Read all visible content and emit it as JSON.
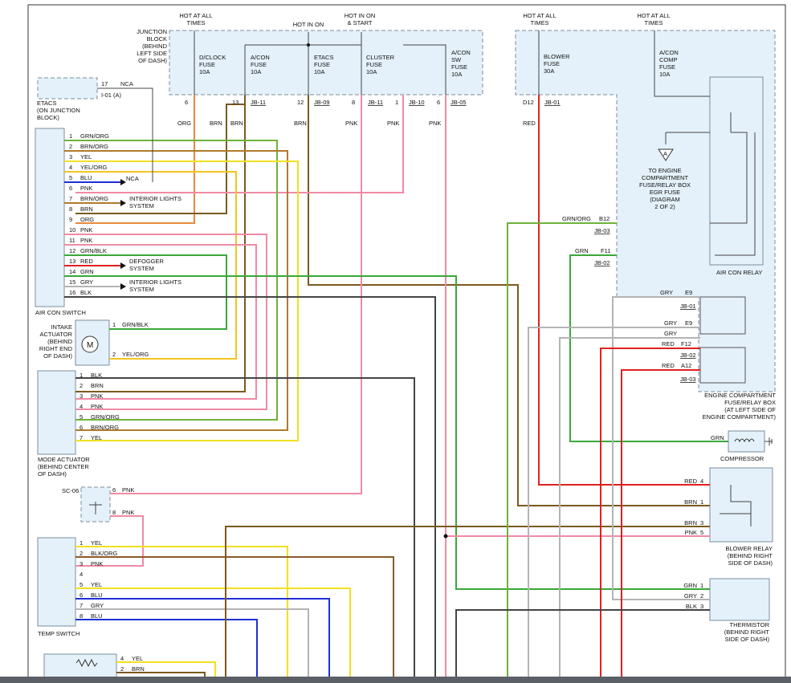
{
  "colors": {
    "ORG": "#e8893a",
    "BRN": "#7b5a1e",
    "PNK": "#f08aa5",
    "RED": "#e02020",
    "GRN": "#3aa83a",
    "YEL": "#f2e020",
    "BLU": "#1f2fd6",
    "BLK": "#444444",
    "GRY": "#b4b4b4",
    "GRN/ORG": "#6fb23a",
    "BRN/ORG": "#b07a2c",
    "YEL/ORG": "#f2c520",
    "GRN/BLK": "#3aa83a",
    "BLK/ORG": "#8a5a2a",
    "panel_fill": "#e4f1fa",
    "bottom_bar": "#5b6066"
  },
  "power_labels": [
    "HOT AT ALL\nTIMES",
    "HOT IN ON",
    "HOT IN ON\n& START",
    "HOT AT ALL\nTIMES",
    "HOT AT ALL\nTIMES"
  ],
  "junction_block": {
    "title": "JUNCTION\nBLOCK\n(BEHIND\nLEFT SIDE\nOF DASH)",
    "fuses": [
      "D/CLOCK\nFUSE\n10A",
      "A/CON\nFUSE\n10A",
      "ETACS\nFUSE\n10A",
      "CLUSTER\nFUSE\n10A",
      "A/CON\nSW\nFUSE\n10A"
    ],
    "pins": [
      "6",
      "13",
      "12",
      "8",
      "1",
      "6"
    ],
    "connectors": [
      "JB-11",
      "JB-09",
      "JB-11",
      "JB-10",
      "JB-05"
    ]
  },
  "etacs": {
    "label": "ETACS\n(ON JUNCTION\nBLOCK)",
    "pin": "17",
    "pin_wire": "NCA",
    "connector": "I-01 (A)"
  },
  "wire_colors_top": [
    "ORG",
    "BRN",
    "BRN",
    "BRN",
    "PNK",
    "PNK",
    "PNK",
    "RED"
  ],
  "blower_fuse": {
    "text": "BLOWER\nFUSE\n30A",
    "pin": "D12",
    "connector": "JB-01"
  },
  "acomp_fuse": {
    "text": "A/CON\nCOMP\nFUSE\n10A"
  },
  "air_con_relay": {
    "label": "AIR CON RELAY",
    "note": "TO ENGINE\nCOMPARTMENT\nFUSE/RELAY BOX\nEGR FUSE\n(DIAGRAM\n2 OF 2)",
    "note_symbol": "A"
  },
  "relay_box_wires": [
    {
      "color": "GRN/ORG",
      "pin": "B12",
      "conn": "JB-03"
    },
    {
      "color": "GRN",
      "pin": "F11",
      "conn": "JB-02"
    }
  ],
  "engine_box": {
    "label": "ENGINE COMPARTMENT\nFUSE/RELAY BOX\n(AT LEFT SIDE OF\nENGINE COMPARTMENT)",
    "rows": [
      {
        "color": "GRY",
        "pin": "E9",
        "conn": "JB-01"
      },
      {
        "color": "GRY",
        "pin": "E9",
        "conn": ""
      },
      {
        "color": "GRY",
        "pin": "",
        "conn": ""
      },
      {
        "color": "RED",
        "pin": "F12",
        "conn": "JB-02"
      },
      {
        "color": "RED",
        "pin": "A12",
        "conn": "JB-03"
      }
    ]
  },
  "air_con_switch": {
    "label": "AIR CON SWITCH",
    "pins": [
      {
        "n": "1",
        "c": "GRN/ORG"
      },
      {
        "n": "2",
        "c": "BRN/ORG"
      },
      {
        "n": "3",
        "c": "YEL"
      },
      {
        "n": "4",
        "c": "YEL/ORG"
      },
      {
        "n": "5",
        "c": "BLU"
      },
      {
        "n": "6",
        "c": "PNK"
      },
      {
        "n": "7",
        "c": "BRN/ORG"
      },
      {
        "n": "8",
        "c": "BRN"
      },
      {
        "n": "9",
        "c": "ORG"
      },
      {
        "n": "10",
        "c": "PNK"
      },
      {
        "n": "11",
        "c": "PNK"
      },
      {
        "n": "12",
        "c": "GRN/BLK"
      },
      {
        "n": "13",
        "c": "RED"
      },
      {
        "n": "14",
        "c": "GRN"
      },
      {
        "n": "15",
        "c": "GRY"
      },
      {
        "n": "16",
        "c": "BLK"
      }
    ],
    "nca": "NCA",
    "interior_lights_1": "INTERIOR LIGHTS\nSYSTEM",
    "defogger": "DEFOGGER\nSYSTEM",
    "interior_lights_2": "INTERIOR LIGHTS\nSYSTEM"
  },
  "intake_actuator": {
    "label": "INTAKE\nACTUATOR\n(BEHIND\nRIGHT END\nOF DASH)",
    "motor": "M",
    "pins": [
      {
        "n": "1",
        "c": "GRN/BLK"
      },
      {
        "n": "2",
        "c": "YEL/ORG"
      }
    ]
  },
  "mode_actuator": {
    "label": "MODE ACTUATOR\n(BEHIND CENTER\nOF DASH)",
    "pins": [
      {
        "n": "1",
        "c": "BLK"
      },
      {
        "n": "2",
        "c": "BRN"
      },
      {
        "n": "3",
        "c": "PNK"
      },
      {
        "n": "4",
        "c": "PNK"
      },
      {
        "n": "5",
        "c": "GRN/ORG"
      },
      {
        "n": "6",
        "c": "BRN/ORG"
      },
      {
        "n": "7",
        "c": "YEL"
      }
    ]
  },
  "sc06": {
    "label": "SC-06",
    "pins": [
      {
        "n": "6",
        "c": "PNK"
      },
      {
        "n": "8",
        "c": "PNK"
      }
    ]
  },
  "temp_switch": {
    "label": "TEMP SWITCH",
    "pins": [
      {
        "n": "1",
        "c": "YEL"
      },
      {
        "n": "2",
        "c": "BLK/ORG"
      },
      {
        "n": "3",
        "c": "PNK"
      },
      {
        "n": "4",
        "c": ""
      },
      {
        "n": "5",
        "c": "YEL"
      },
      {
        "n": "6",
        "c": "BLU"
      },
      {
        "n": "7",
        "c": "GRY"
      },
      {
        "n": "8",
        "c": "BLU"
      }
    ]
  },
  "bottom_sensor": {
    "pins": [
      {
        "n": "4",
        "c": "YEL"
      },
      {
        "n": "2",
        "c": "BRN"
      }
    ]
  },
  "compressor": {
    "label": "COMPRESSOR",
    "wire": "GRN"
  },
  "blower_relay": {
    "label": "BLOWER RELAY\n(BEHIND RIGHT\nSIDE OF DASH)",
    "pins": [
      {
        "n": "4",
        "c": "RED"
      },
      {
        "n": "1",
        "c": "BRN"
      },
      {
        "n": "3",
        "c": "BRN"
      },
      {
        "n": "5",
        "c": "PNK"
      }
    ]
  },
  "thermistor": {
    "label": "THERMISTOR\n(BEHIND RIGHT\nSIDE OF DASH)",
    "pins": [
      {
        "n": "1",
        "c": "GRN"
      },
      {
        "n": "2",
        "c": "GRY"
      },
      {
        "n": "3",
        "c": "BLK"
      }
    ]
  }
}
